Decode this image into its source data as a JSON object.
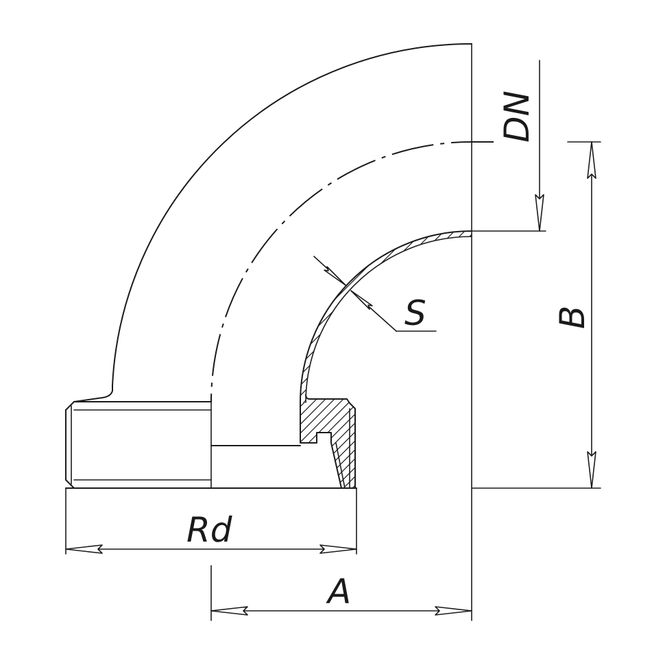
{
  "drawing": {
    "stroke_color": "#1a1a1a",
    "background_color": "#ffffff",
    "labels": {
      "dn": "DN",
      "s": "S",
      "b": "B",
      "rd": "Rd",
      "a": "A"
    }
  }
}
